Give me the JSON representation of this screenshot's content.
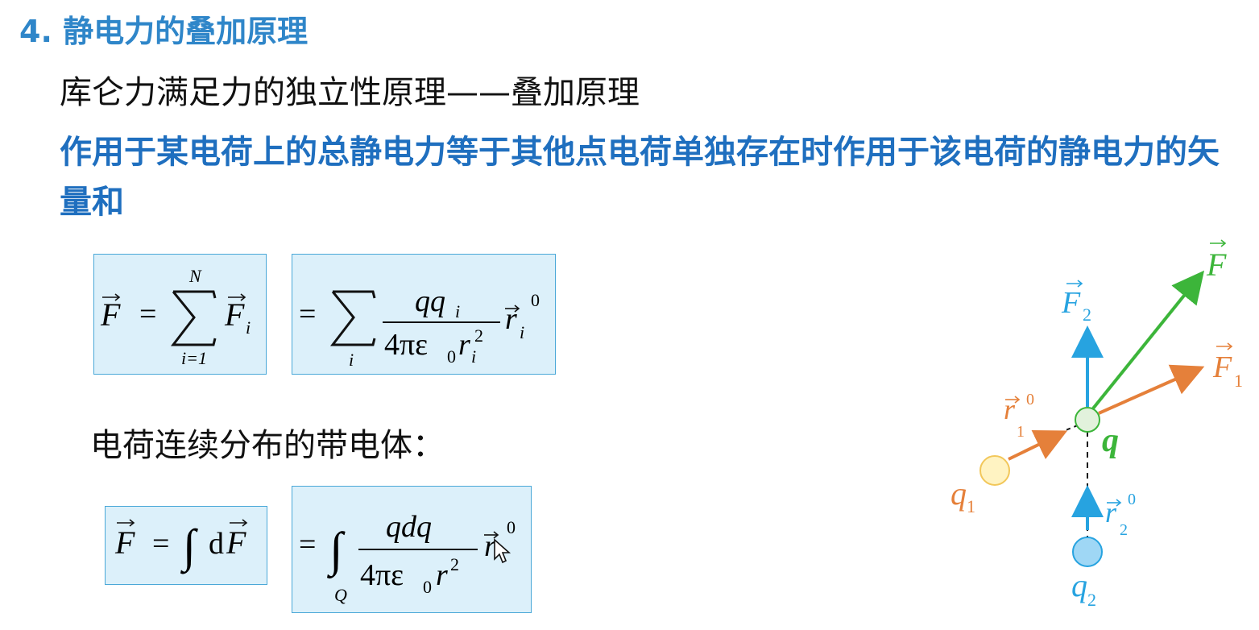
{
  "heading": "4. 静电力的叠加原理",
  "subheading": "库仑力满足力的独立性原理——叠加原理",
  "principle_text": "作用于某电荷上的总静电力等于其他点电荷单独存在时作用于该电荷的静电力的矢量和",
  "continuous_text": "电荷连续分布的带电体：",
  "formula1": {
    "lhs": "F",
    "equals": "=",
    "sum_upper": "N",
    "sum_lower": "i=1",
    "term": "F",
    "term_sub": "i"
  },
  "formula2": {
    "equals": "=",
    "sum_lower": "i",
    "numerator": "qq",
    "numerator_sub": "i",
    "denominator": "4πε",
    "denominator_sub": "0",
    "denominator_r": "r",
    "denominator_r_sub": "i",
    "denominator_r_sup": "2",
    "unit_vector": "r",
    "unit_vector_sub": "i",
    "unit_vector_sup": "0"
  },
  "formula3": {
    "lhs": "F",
    "equals": "=",
    "integral": "∫",
    "d": "d",
    "term": "F"
  },
  "formula4": {
    "equals": "=",
    "integral": "∫",
    "int_lower": "Q",
    "numerator": "qdq",
    "denominator": "4πε",
    "denominator_sub": "0",
    "denominator_r": "r",
    "denominator_r_sup": "2",
    "unit_vector": "r",
    "unit_vector_sup": "0"
  },
  "diagram": {
    "label_F": "F",
    "label_F1": "F",
    "label_F1_sub": "1",
    "label_F2": "F",
    "label_F2_sub": "2",
    "label_q": "q",
    "label_q1": "q",
    "label_q1_sub": "1",
    "label_q2": "q",
    "label_q2_sub": "2",
    "label_r1": "r",
    "label_r1_sub": "1",
    "label_r1_sup": "0",
    "label_r2": "r",
    "label_r2_sub": "2",
    "label_r2_sup": "0"
  },
  "colors": {
    "heading": "#2f86c9",
    "principle": "#1f6fbf",
    "box_fill": "#dcf0fa",
    "box_border": "#4aa8d8",
    "green": "#3cb53a",
    "orange": "#e5803a",
    "blue": "#27a3e0"
  }
}
